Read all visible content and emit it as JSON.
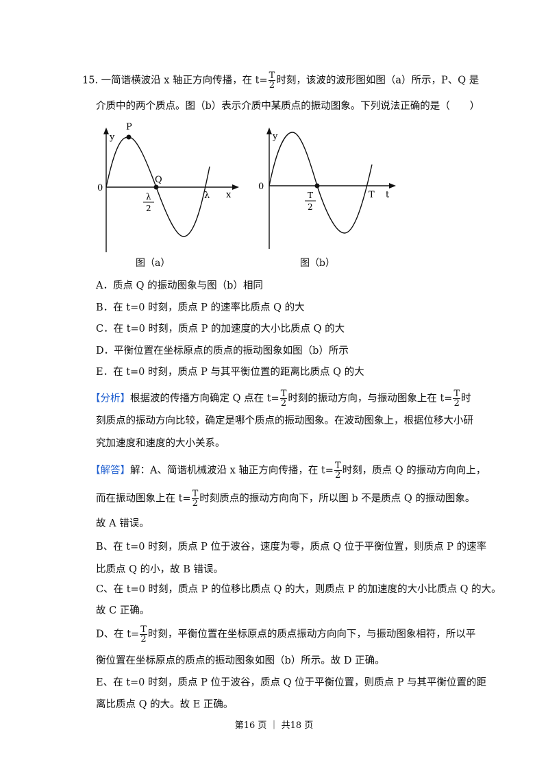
{
  "question": {
    "number": "15.",
    "line1_a": "一简谐横波沿 x 轴正方向传播，在 t=",
    "line1_b": "时刻，该波的波形图如图（a）所示，P、Q 是",
    "line2": "介质中的两个质点。图（b）表示介质中某质点的振动图象。下列说法正确的是（　　）",
    "frac_num": "T",
    "frac_den": "2"
  },
  "figures": {
    "a": {
      "caption": "图（a）",
      "y_label": "y",
      "x_label": "x",
      "origin": "0",
      "point_p": "P",
      "point_q": "Q",
      "half_lambda_num": "λ",
      "half_lambda_den": "2",
      "lambda": "λ"
    },
    "b": {
      "caption": "图（b）",
      "y_label": "y",
      "x_label": "t",
      "origin": "0",
      "half_period_num": "T",
      "half_period_den": "2",
      "period": "T"
    }
  },
  "options": [
    "A．质点 Q 的振动图象与图（b）相同",
    "B．在 t=0 时刻，质点 P 的速率比质点 Q 的大",
    "C．在 t=0 时刻，质点 P 的加速度的大小比质点 Q 的大",
    "D．平衡位置在坐标原点的质点的振动图象如图（b）所示",
    "E．在 t=0 时刻，质点 P 与其平衡位置的距离比质点 Q 的大"
  ],
  "analysis": {
    "tag": "【分析】",
    "l1_a": "根据波的传播方向确定 Q 点在 t=",
    "l1_b": "时刻的振动方向，与振动图象上在 t=",
    "l1_c": "时",
    "l2": "刻质点的振动方向比较，确定是哪个质点的振动图象。在波动图象上，根据位移大小研",
    "l3": "究加速度和速度的大小关系。"
  },
  "answer": {
    "tag": "【解答】",
    "l1_a": "解：A、简谐机械波沿 x 轴正方向传播，在 t=",
    "l1_b": "时刻，质点 Q 的振动方向向上，",
    "l2_a": "而在振动图象上在 t=",
    "l2_b": "时刻质点的振动方向向下，所以图 b 不是质点 Q 的振动图象。",
    "l3": "故 A 错误。",
    "l4": "B、在 t=0 时刻，质点 P 位于波谷，速度为零，质点 Q 位于平衡位置，则质点 P 的速率",
    "l5": "比质点 Q 的小，故 B 错误。",
    "l6": "C、在 t=0 时刻，质点 P 的位移比质点 Q 的大，则质点 P 的加速度的大小比质点 Q 的大。",
    "l7": "故 C 正确。",
    "l8_a": "D、在 t=",
    "l8_b": "时刻，平衡位置在坐标原点的质点振动方向向下，与振动图象相符，所以平",
    "l9": "衡位置在坐标原点的质点的振动图象如图（b）所示。故 D 正确。",
    "l10": "E、在 t=0 时刻，质点 P 位于波谷，质点 Q 位于平衡位置，则质点 P 与其平衡位置的距",
    "l11": "离比质点 Q 的大。故 E 正确。"
  },
  "footer": "第16 页 ｜ 共18 页"
}
